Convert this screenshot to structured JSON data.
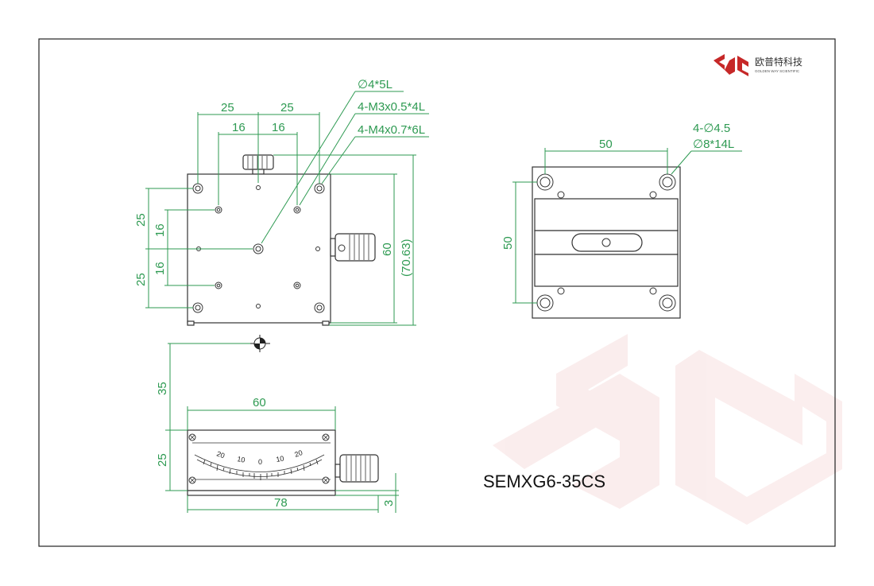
{
  "logo": {
    "name_cn": "欧普特科技",
    "name_en": "GOLDEN WAY SCIENTIFIC",
    "brand_color": "#c62828"
  },
  "model": "SEMXG6-35CS",
  "callouts": {
    "hole": "∅4*5L",
    "m3": "4-M3x0.5*4L",
    "m4": "4-M4x0.7*6L",
    "side_holes": "4-∅4.5",
    "counterbore": "∅8*14L"
  },
  "dims": {
    "top_25_left": "25",
    "top_25_right": "25",
    "top_16_left": "16",
    "top_16_right": "16",
    "left_25_top": "25",
    "left_16_top": "16",
    "left_16_bottom": "16",
    "left_25_bottom": "25",
    "right_60": "60",
    "right_70_63": "(70.63)",
    "side_50_top": "50",
    "side_50_left": "50",
    "front_35": "35",
    "front_60": "60",
    "front_25": "25",
    "front_78": "78",
    "front_3": "3"
  },
  "scale_marks": {
    "left_20": "20",
    "left_10": "10",
    "zero": "0",
    "right_10": "10",
    "right_20": "20"
  },
  "colors": {
    "dimension": "#2e9a52",
    "outline": "#333333",
    "frame": "#222222"
  }
}
